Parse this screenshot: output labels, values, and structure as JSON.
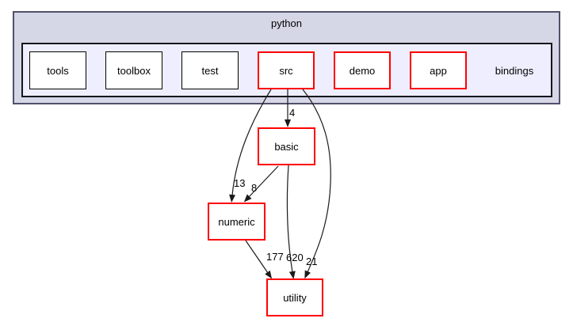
{
  "diagram": {
    "clusters": {
      "outer": {
        "label": "python"
      },
      "inner": {
        "label": "bindings"
      }
    },
    "nodes": [
      {
        "id": "tools",
        "label": "tools",
        "border_color": "#000000"
      },
      {
        "id": "toolbox",
        "label": "toolbox",
        "border_color": "#000000"
      },
      {
        "id": "test",
        "label": "test",
        "border_color": "#000000"
      },
      {
        "id": "src",
        "label": "src",
        "border_color": "#ff0000"
      },
      {
        "id": "demo",
        "label": "demo",
        "border_color": "#ff0000"
      },
      {
        "id": "app",
        "label": "app",
        "border_color": "#ff0000"
      },
      {
        "id": "basic",
        "label": "basic",
        "border_color": "#ff0000"
      },
      {
        "id": "numeric",
        "label": "numeric",
        "border_color": "#ff0000"
      },
      {
        "id": "utility",
        "label": "utility",
        "border_color": "#ff0000"
      }
    ],
    "edges": [
      {
        "from": "src",
        "to": "basic",
        "label": "4"
      },
      {
        "from": "src",
        "to": "numeric",
        "label": "13"
      },
      {
        "from": "src",
        "to": "utility",
        "label": "21"
      },
      {
        "from": "basic",
        "to": "numeric",
        "label": "8"
      },
      {
        "from": "basic",
        "to": "utility",
        "label": "620"
      },
      {
        "from": "numeric",
        "to": "utility",
        "label": "177"
      }
    ],
    "colors": {
      "outer_cluster_fill": "#d6d7e6",
      "inner_cluster_fill": "#eeeeff",
      "node_fill": "#ffffff",
      "highlight_border": "#ff0000",
      "default_border": "#000000",
      "edge_stroke": "#1a1a1a"
    }
  }
}
